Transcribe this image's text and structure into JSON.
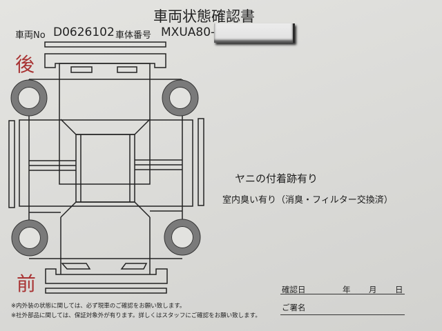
{
  "document": {
    "title": "車両状態確認書",
    "vehicle_no_label": "車両No",
    "vehicle_no": "D0626102",
    "chassis_label": "車体番号",
    "chassis_no": "MXUA80-",
    "chassis_redacted": true
  },
  "diagram": {
    "rear_label": "後",
    "front_label": "前",
    "accent_color": "#a83232",
    "tire_color": "#7a7a7a"
  },
  "remarks": [
    "ヤニの付着跡有り",
    "室内臭い有り（消臭・フィルター交換済）"
  ],
  "signature": {
    "date_label": "確認日",
    "year_label": "年",
    "month_label": "月",
    "day_label": "日",
    "name_label": "ご署名"
  },
  "disclaimers": [
    "※内外装の状態に関しては、必ず現車のご確認をお願い致します。",
    "※社外部品に関しては、保証対象外が有ります。詳しくはスタッフにご確認をお願い致します。"
  ]
}
